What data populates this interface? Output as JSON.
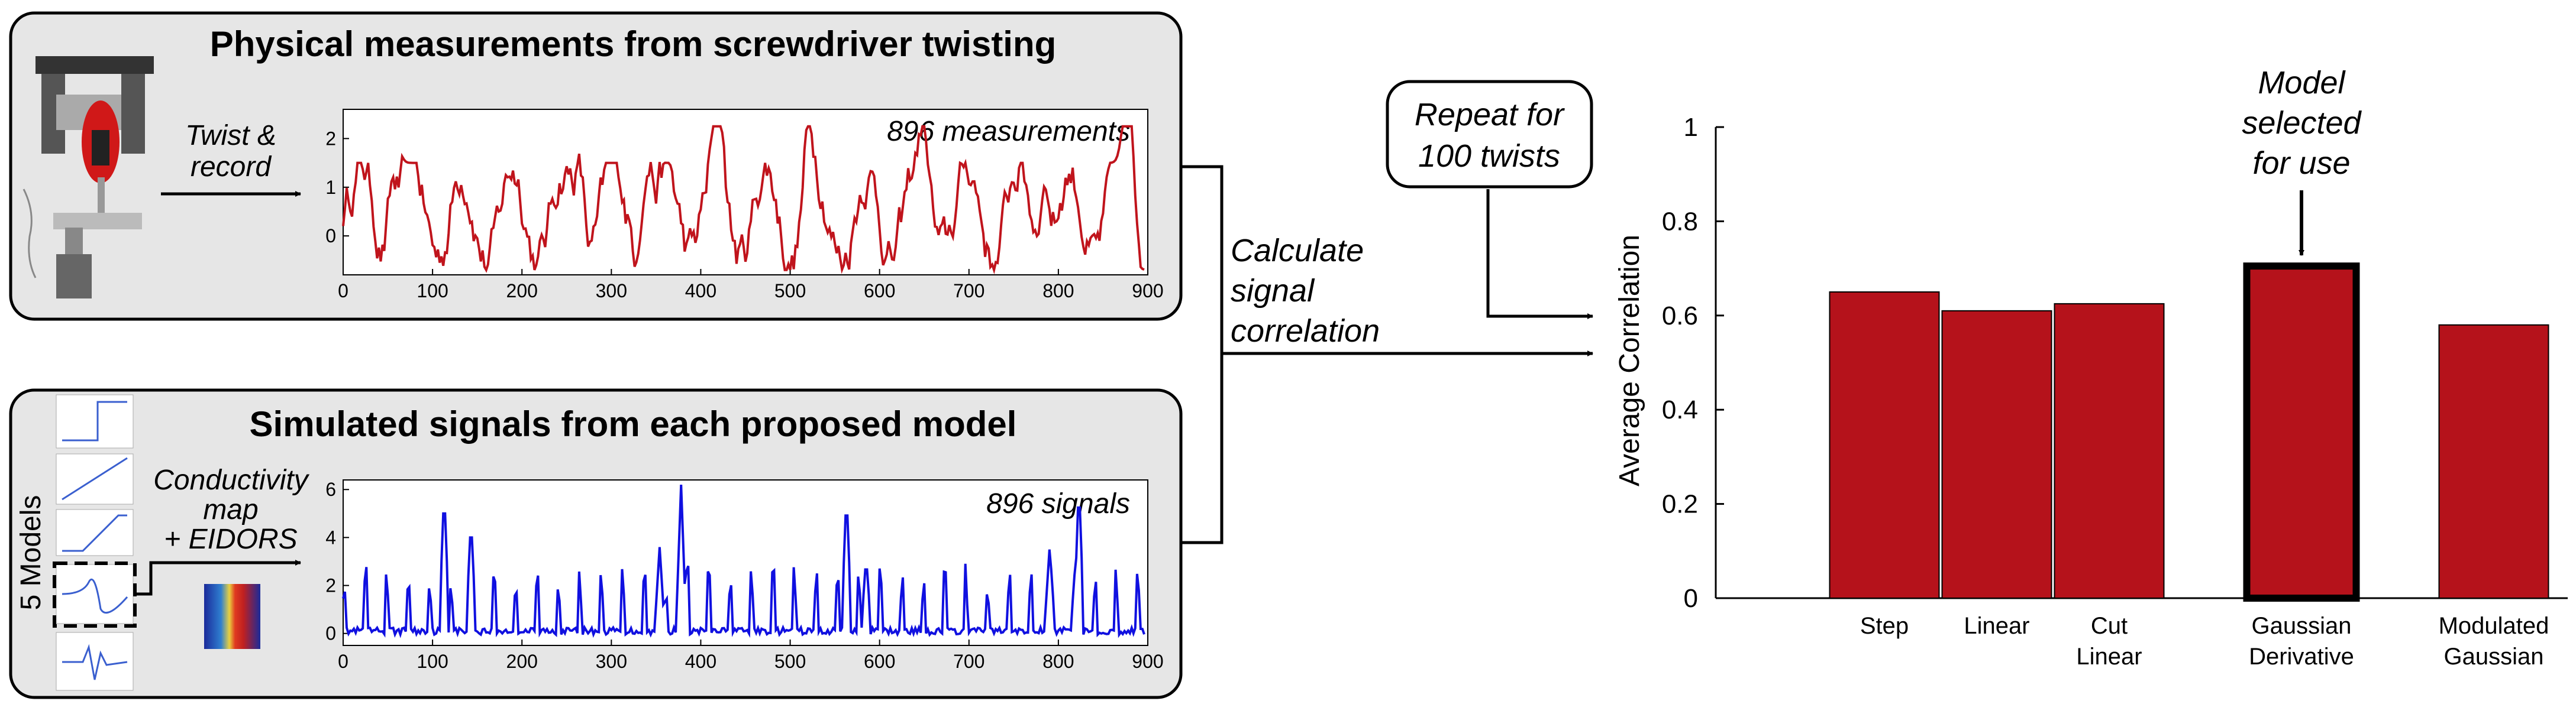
{
  "top_panel": {
    "title": "Physical measurements from screwdriver twisting",
    "action_label": [
      "Twist &",
      "record"
    ],
    "plot_annotation": "896 measurements",
    "x_ticks": [
      "0",
      "100",
      "200",
      "300",
      "400",
      "500",
      "600",
      "700",
      "800",
      "900"
    ],
    "y_ticks": [
      "2",
      "1",
      "0"
    ],
    "series_color": "#c0141c"
  },
  "bottom_panel": {
    "title": "Simulated signals from each proposed model",
    "side_label": "5 Models",
    "action_label": [
      "Conductivity",
      "map",
      "+ EIDORS"
    ],
    "plot_annotation": "896 signals",
    "x_ticks": [
      "0",
      "100",
      "200",
      "300",
      "400",
      "500",
      "600",
      "700",
      "800",
      "900"
    ],
    "y_ticks": [
      "6",
      "4",
      "2",
      "0"
    ],
    "series_color": "#1010e0"
  },
  "middle": {
    "correlation_label": [
      "Calculate",
      "signal",
      "correlation"
    ],
    "repeat_label": [
      "Repeat for",
      "100 twists"
    ]
  },
  "chart_data": {
    "type": "bar",
    "categories": [
      [
        "Step"
      ],
      [
        "Linear"
      ],
      [
        "Cut",
        "Linear"
      ],
      [
        "Gaussian",
        "Derivative"
      ],
      [
        "Modulated",
        "Gaussian"
      ]
    ],
    "values": [
      0.65,
      0.61,
      0.625,
      0.705,
      0.58
    ],
    "ylabel": "Average Correlation",
    "ylim": [
      0,
      1
    ],
    "y_ticks": [
      "0",
      "0.2",
      "0.4",
      "0.6",
      "0.8",
      "1"
    ],
    "bar_color": "#b5121b",
    "highlight_index": 3,
    "highlight_label": [
      "Model",
      "selected",
      "for use"
    ]
  }
}
